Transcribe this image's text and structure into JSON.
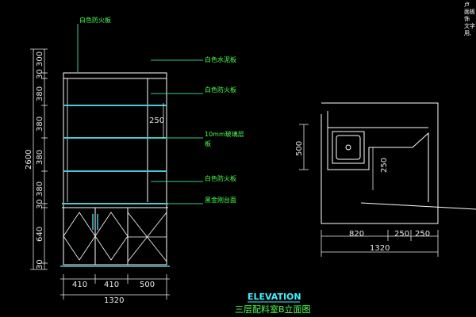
{
  "colors": {
    "background": "#000000",
    "outline": "#ffffff",
    "shelf": "#49c9d8",
    "leader": "#2fd08a",
    "label": "#4cff4c",
    "dimension": "#e8e8e8",
    "title": "#3df0ff"
  },
  "elevation": {
    "labels": {
      "top_board": "白色防火板",
      "water_board": "白色水泥板",
      "fire_board_upper": "白色防火板",
      "glass_line1": "10mm玻璃层",
      "glass_line2": "板",
      "fire_board_lower": "白色防火板",
      "countertop": "黑金刚台面"
    },
    "vertical_dims": [
      "300",
      "30",
      "380",
      "380",
      "380",
      "380",
      "30",
      "640",
      "30"
    ],
    "overall_height": "2600",
    "inner_dim": "250",
    "bottom_dims": [
      "410",
      "410",
      "500"
    ],
    "overall_width": "1320"
  },
  "plan": {
    "left_dim": "500",
    "inner_dim": "250",
    "bottom_dims": [
      "820",
      "250",
      "250"
    ],
    "overall_width": "1320"
  },
  "title": {
    "main": "ELEVATION",
    "sub": "三层配料室B立面图"
  },
  "corner_note": [
    "卢",
    "面板",
    "饰",
    "文字",
    "用,"
  ]
}
